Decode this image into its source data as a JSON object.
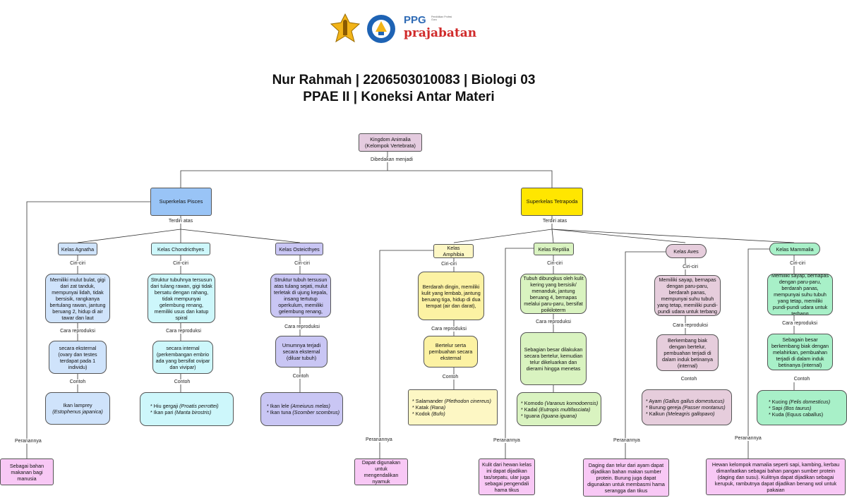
{
  "logos": {
    "ppg": "PPG",
    "ppg_small": "Pendidikan Profesi Guru",
    "prajabatan": "prajabatan"
  },
  "header": {
    "line1": "Nur Rahmah | 2206503010083 | Biologi 03",
    "line2": "PPAE II  |  Koneksi Antar Materi"
  },
  "root": {
    "title": "Kingdom Animalia",
    "subtitle": "(Kelompok Vertebrata)",
    "edge": "Dibedakan menjadi"
  },
  "labels": {
    "terdiri": "Terdiri atas",
    "ciri": "Ciri-ciri",
    "cara": "Cara reproduksi",
    "contoh": "Contoh",
    "peran": "Peranannya"
  },
  "pisces": {
    "title": "Superkelas Pisces",
    "role": "Sebagai bahan makanan bagi manusia",
    "classes": [
      {
        "name": "Kelas Agnatha",
        "ciri": "Memiliki mulut bulat, gigi dari zat tanduk, mempunyai lidah, tidak bersisik, rangkanya bertulang rawan, jantung beruang 2, hidup di air tawar dan laut",
        "repro": "secara eksternal (ovary dan testes terdapat pada 1 individu)",
        "ex1": "Ikan lamprey",
        "ex1_sci": "(Estophenus japanica)"
      },
      {
        "name": "Kelas Chondricthyes",
        "ciri": "Struktur tubuhnya tersusun dari tulang rawan, gigi tidak bersatu dengan rahang, tidak mempunyai gelembung renang, memiliki usus dan katup spiral",
        "repro": "secara internal (perkembangan embrio ada yang bersifat ovipar dan vivipar)",
        "ex1": "* Hiu gergaji",
        "ex1_sci": "(Proatis perrottei)",
        "ex2": "* Ikan pari",
        "ex2_sci": "(Manta birostris)"
      },
      {
        "name": "Kelas Osteicthyes",
        "ciri": "Struktur tubuh tersusun atas tulang sejati, mulut terletak di ujung kepala, insang tertutup operkulum, memiliki gelembung renang,",
        "repro": "Umumnya terjadi secara eksternal (diluar tubuh)",
        "ex1": "* Ikan lele",
        "ex1_sci": "(Ameiurus melas)",
        "ex2": "* Ikan tuna",
        "ex2_sci": "(Scomber scombrus)"
      }
    ]
  },
  "tetrapoda": {
    "title": "Superkelas Tetrapoda",
    "classes": [
      {
        "name": "Kelas Amphibia",
        "ciri": "Berdarah dingin, memiliki kulit yang lembab, jantung beruang tiga, hidup di dua tempat (air dan darat),",
        "repro": "Bertelur serta pembuahan secara eksternal",
        "ex1": "* Salamander",
        "ex1_sci": "(Plethodon cinereus)",
        "ex2": "* Katak",
        "ex2_sci": "(Rana)",
        "ex3": "* Kodok",
        "ex3_sci": "(Bufo)",
        "role": "Dapat digunakan untuk mengendalikan nyamuk"
      },
      {
        "name": "Kelas Reptilia",
        "ciri": "Tubuh dibungkus oleh kulit kering yang bersisik/ menanduk, jantung beruang 4, bernapas melalui paru-paru, bersifat poikiloterm",
        "repro": "Sebagian besar dilakukan secara bertelur, kemudian telur dikeluarkan dan dierami hingga menetas",
        "ex1": "* Komodo",
        "ex1_sci": "(Varanus komodoensis)",
        "ex2": "* Kadal",
        "ex2_sci": "(Eutropis multifasciata)",
        "ex3": "* Iguana",
        "ex3_sci": "(Iguana iguana)",
        "role": "Kulit dari hewan kelas ini dapat dijadikan tas/sepatu, ular juga sebagai pengendali hama tikus"
      },
      {
        "name": "Kelas Aves",
        "ciri": "Memiliki sayap, bernapas dengan paru-paru, berdarah panas, mempunyai suhu tubuh yang tetap, memiliki pundi-pundi udara untuk terbang",
        "repro": "Berkembang biak dengan bertelur, pembuahan terjadi di dalam induk betinanya (internal)",
        "ex1": "* Ayam",
        "ex1_sci": "(Gallus gallus domestucus)",
        "ex2": "* Burung gereja",
        "ex2_sci": "(Passer montanus)",
        "ex3": "* Kalkun",
        "ex3_sci": "(Meleagris gallopavo)",
        "role": "Daging dan telur dari ayam dapat dijadikan bahan makan sumber protein. Burung juga dapat digunakan untuk membasmi hama serangga dan tikus"
      },
      {
        "name": "Kelas Mammalia",
        "ciri": "Memiliki sayap, bernapas dengan paru-paru, berdarah panas, mempunyai suhu tubuh yang tetap, memiliki pundi-pundi udara untuk terbang",
        "repro": "Sebagain besar berkembang biak dengan melahirkan, pembuahan terjadi di dalam induk betinanya (internal)",
        "ex1": "* Kucing",
        "ex1_sci": "(Felis domesticus)",
        "ex2": "* Sapi",
        "ex2_sci": "(Bos taurus)",
        "ex3": "* Kuda (Equus caballus)",
        "ex3_sci": "",
        "role": "Hewan kelompok mamalia seperti sapi, kambing, kerbau dimanfaatkan sebagai bahan pangan sumber protein (daging dan susu). Kulitnya dapat dijadikan sebagai kerupuk, rambutnya dapat dijadikan benang wol untuk pakaian"
      }
    ]
  },
  "colors": {
    "root": "#e4cbdf",
    "pisces": "#99c4f6",
    "tetrapoda": "#ffe600",
    "role": "#f8c8f5",
    "agnatha": "#cfe3fb",
    "chondricthyes": "#cdf7fb",
    "osteicthyes": "#c9c6f4",
    "amphibia": "#fcf2a3",
    "reptilia": "#d9f3c0",
    "aves": "#e6cddc",
    "mammalia": "#a8f0c8"
  }
}
